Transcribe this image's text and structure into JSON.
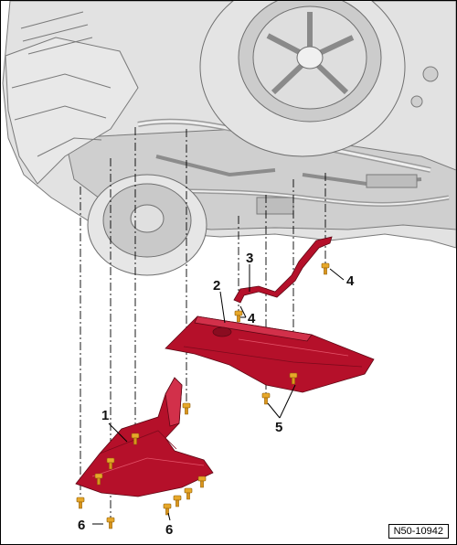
{
  "callouts": {
    "c1": "1",
    "c2": "2",
    "c3": "3",
    "c4a": "4",
    "c4b": "4",
    "c5": "5",
    "c6a": "6",
    "c6b": "6"
  },
  "reference_code": "N50-10942",
  "colors": {
    "panel_red": "#b5102a",
    "panel_red_dark": "#7e0a1c",
    "fastener_gold": "#e7a82a",
    "car_gray": "#d4d4d4",
    "car_line": "#7a7a7a"
  },
  "icons": {
    "fastener": "bolt-icon"
  }
}
